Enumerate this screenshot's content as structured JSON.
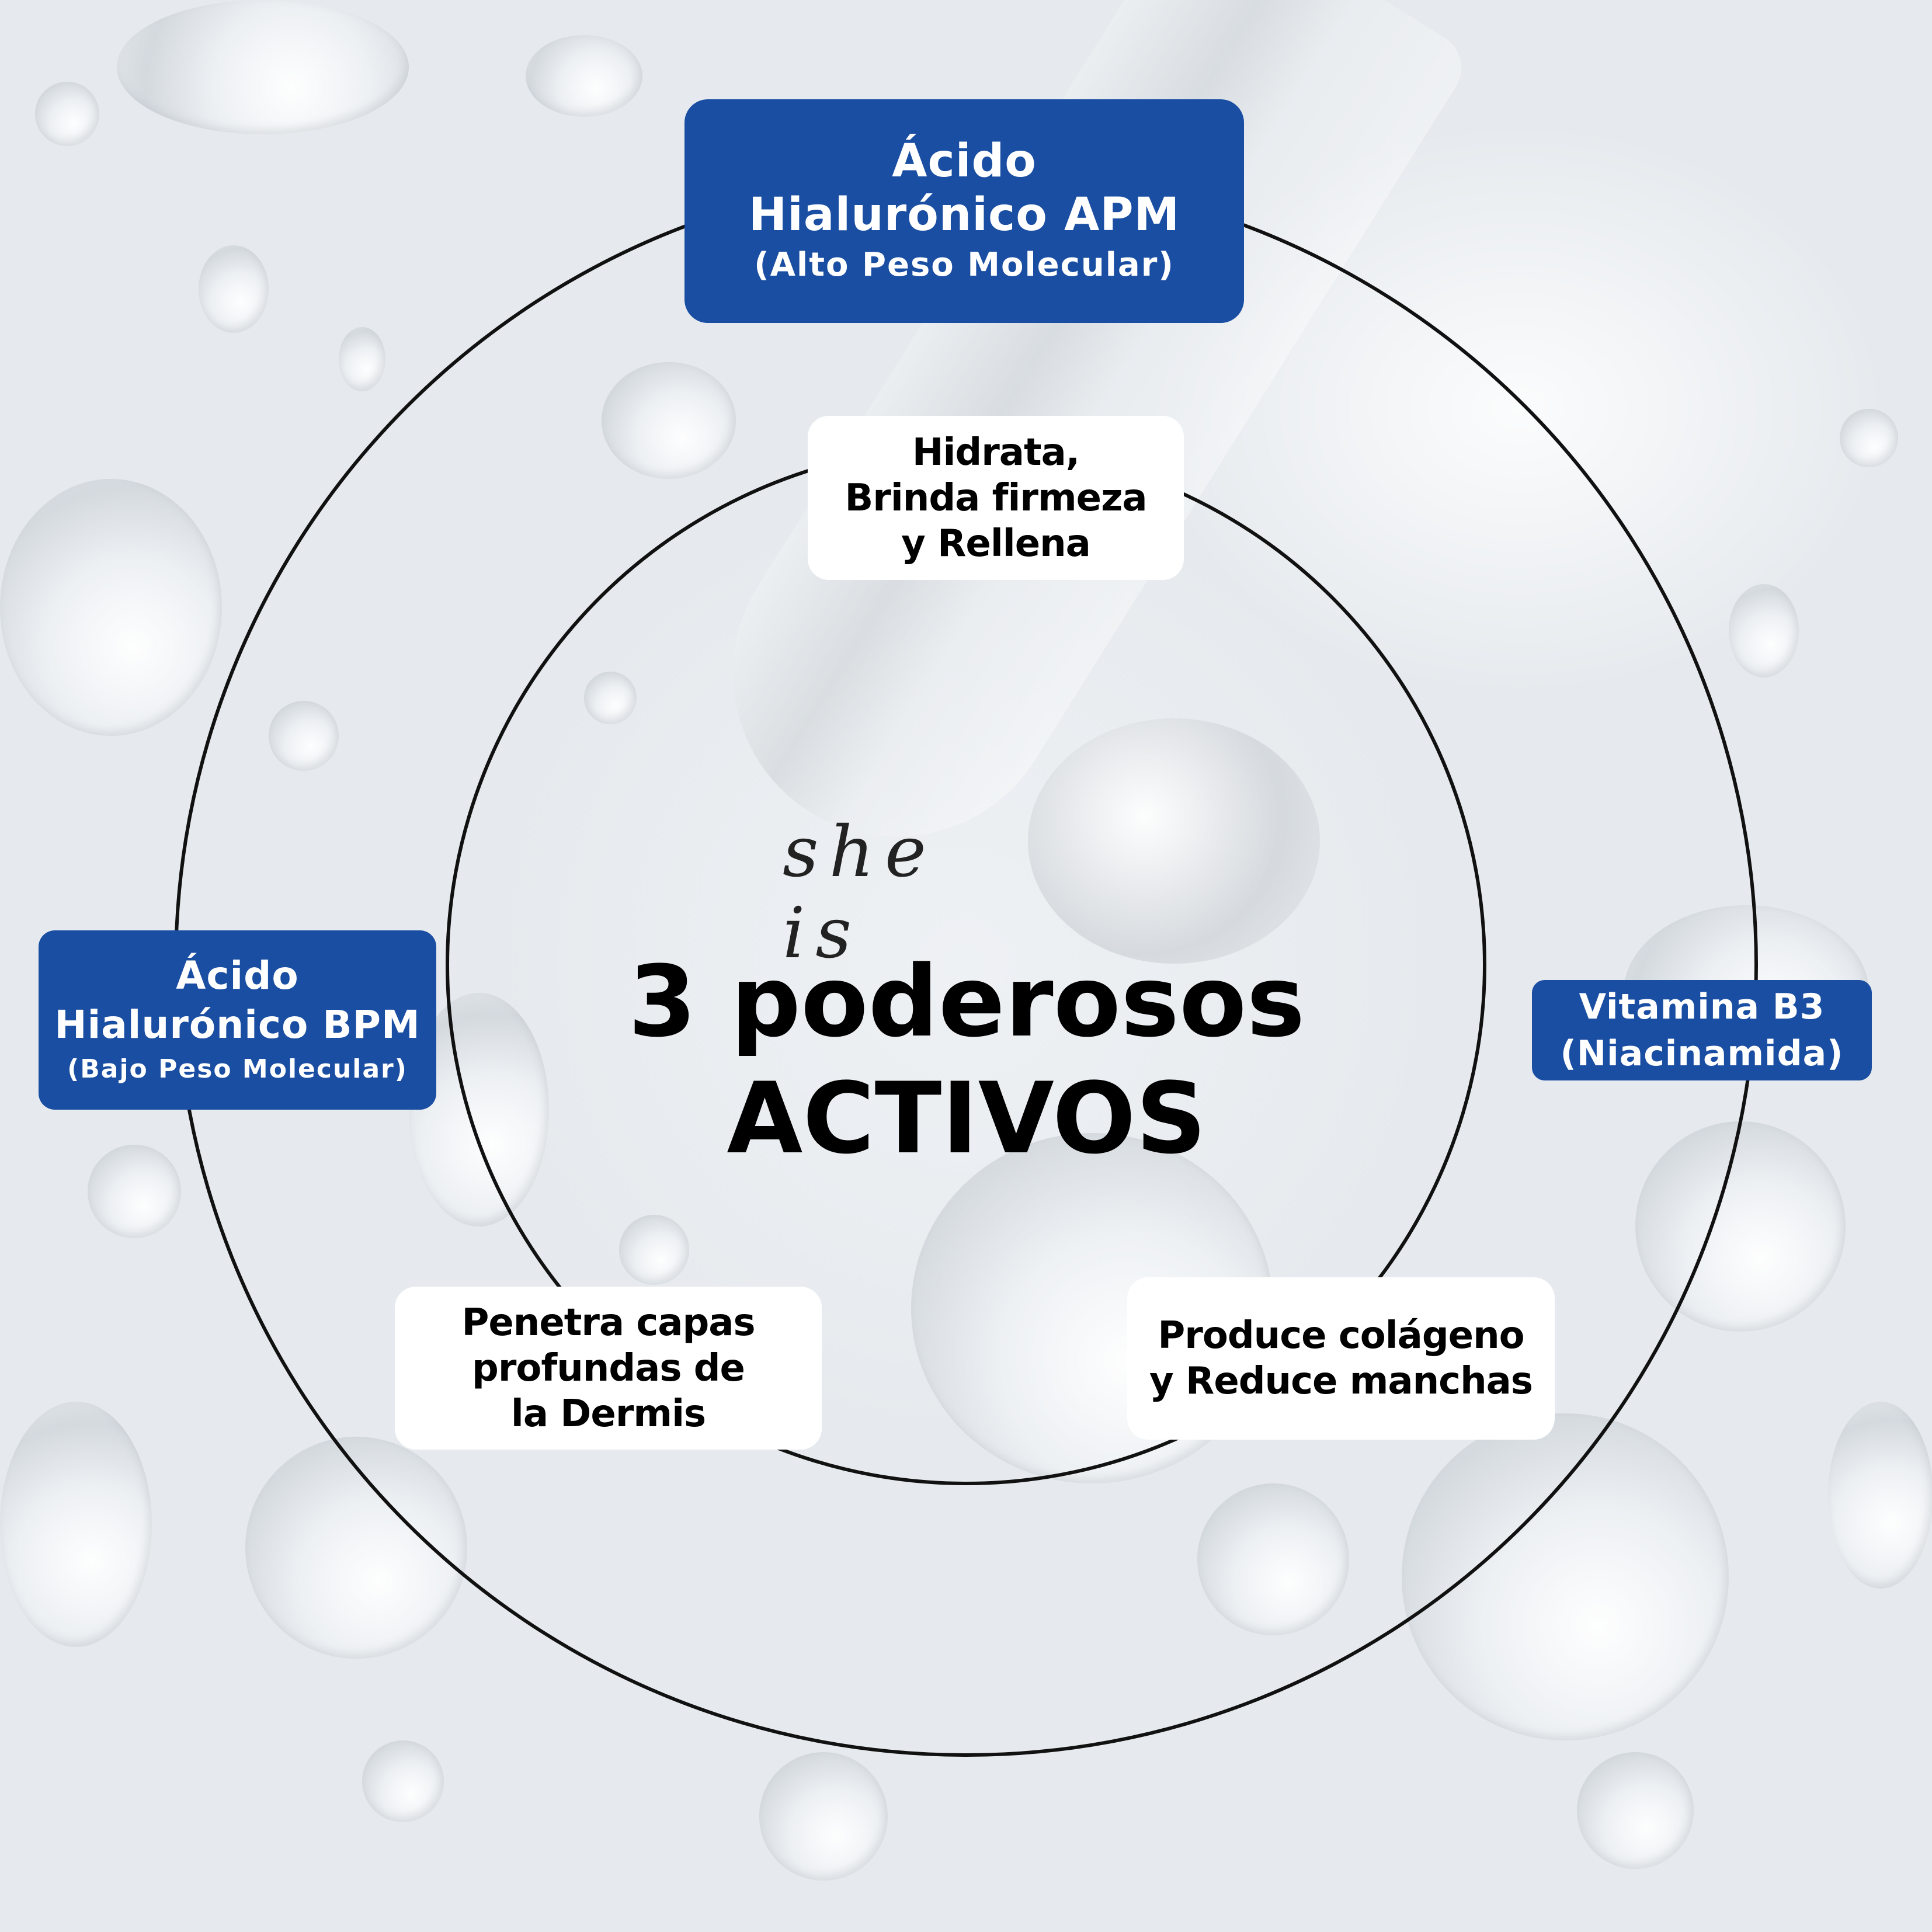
{
  "brand": {
    "logo_text": "she is"
  },
  "headline": {
    "line1": "3 poderosos",
    "line2": "ACTIVOS"
  },
  "actives": [
    {
      "title_line1": "Ácido",
      "title_line2": "Hialurónico APM",
      "subtitle": "(Alto Peso Molecular)"
    },
    {
      "title_line1": "Ácido",
      "title_line2": "Hialurónico BPM",
      "subtitle": "(Bajo Peso Molecular)"
    },
    {
      "title_line1": "Vitamina B3",
      "title_line2": "(Niacinamida)"
    }
  ],
  "benefits": [
    {
      "lines": [
        "Hidrata,",
        "Brinda firmeza",
        "y Rellena"
      ]
    },
    {
      "lines": [
        "Penetra capas",
        "profundas de",
        "la Dermis"
      ]
    },
    {
      "lines": [
        "Produce colágeno",
        "y Reduce manchas"
      ]
    }
  ],
  "colors": {
    "active_box": "#1a4ea2",
    "benefit_box": "#ffffff",
    "ring_stroke": "#111111",
    "text_dark": "#000000",
    "text_light": "#ffffff"
  }
}
